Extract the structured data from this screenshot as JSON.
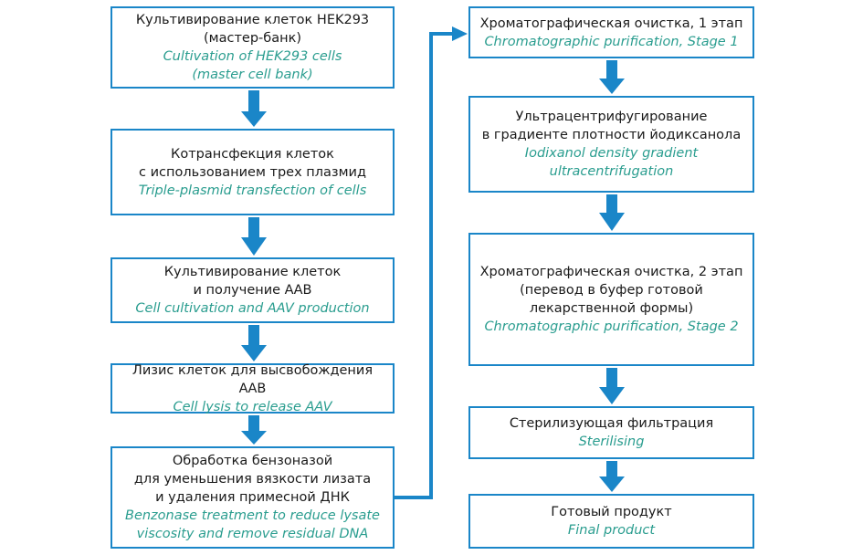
{
  "left_column": [
    {
      "ru": [
        "Культивирование клеток HEK293",
        "(мастер-банк)"
      ],
      "en": [
        "Cultivation of HEK293 cells",
        "(master cell bank)"
      ]
    },
    {
      "ru": [
        "Котрансфекция клеток",
        "с использованием трех плазмид"
      ],
      "en": [
        "Triple-plasmid transfection of cells"
      ]
    },
    {
      "ru": [
        "Культивирование клеток",
        "и получение ААВ"
      ],
      "en": [
        "Cell cultivation and AAV production"
      ]
    },
    {
      "ru": [
        "Лизис клеток для высвобождения ААВ"
      ],
      "en": [
        "Cell lysis to release AAV"
      ]
    },
    {
      "ru": [
        "Обработка бензоназой",
        "для уменьшения вязкости лизата",
        "и удаления примесной ДНК"
      ],
      "en": [
        "Benzonase treatment to reduce lysate",
        "viscosity and remove residual DNA"
      ]
    }
  ],
  "right_column": [
    {
      "ru": [
        "Хроматографическая очистка, 1 этап"
      ],
      "en": [
        "Chromatographic purification, Stage 1"
      ]
    },
    {
      "ru": [
        "Ультрацентрифугирование",
        "в градиенте плотности йодиксанола"
      ],
      "en": [
        "Iodixanol density gradient",
        "ultracentrifugation"
      ]
    },
    {
      "ru": [
        "Хроматографическая очистка, 2 этап",
        "(перевод в буфер готовой",
        "лекарственной формы)"
      ],
      "en": [
        "Chromatographic purification, Stage 2"
      ]
    },
    {
      "ru": [
        "Стерилизующая фильтрация"
      ],
      "en": [
        "Sterilising"
      ]
    },
    {
      "ru": [
        "Готовый продукт"
      ],
      "en": [
        "Final product"
      ]
    }
  ],
  "colors": {
    "border": "#1a86c8",
    "arrow": "#1a86c8",
    "english_text": "#2a9d8f",
    "russian_text": "#1a1a1a"
  }
}
